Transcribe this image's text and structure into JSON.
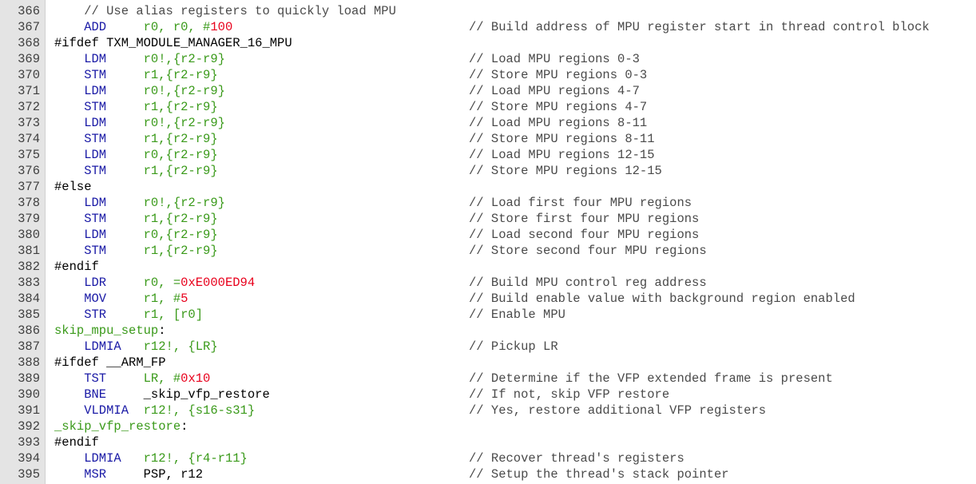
{
  "editor": {
    "colors": {
      "gutter_bg": "#e4e4e4",
      "line_number": "#404040",
      "preprocessor": "#000000",
      "instruction": "#1a1aa6",
      "operand": "#3a9a1a",
      "number": "#e8001c",
      "label": "#3a9a1a",
      "comment": "#4a4a4a"
    },
    "lines": [
      {
        "num": "366",
        "tokens": [
          {
            "t": "comment",
            "v": "    // Use alias registers to quickly load MPU"
          }
        ],
        "comment": ""
      },
      {
        "num": "367",
        "tokens": [
          {
            "t": "instr",
            "v": "    ADD     "
          },
          {
            "t": "op",
            "v": "r0, r0, #"
          },
          {
            "t": "num",
            "v": "100"
          }
        ],
        "comment": "// Build address of MPU register start in thread control block"
      },
      {
        "num": "368",
        "tokens": [
          {
            "t": "pre",
            "v": "#ifdef TXM_MODULE_MANAGER_16_MPU"
          }
        ],
        "comment": ""
      },
      {
        "num": "369",
        "tokens": [
          {
            "t": "instr",
            "v": "    LDM     "
          },
          {
            "t": "op",
            "v": "r0!,{r2-r9}"
          }
        ],
        "comment": "// Load MPU regions 0-3"
      },
      {
        "num": "370",
        "tokens": [
          {
            "t": "instr",
            "v": "    STM     "
          },
          {
            "t": "op",
            "v": "r1,{r2-r9}"
          }
        ],
        "comment": "// Store MPU regions 0-3"
      },
      {
        "num": "371",
        "tokens": [
          {
            "t": "instr",
            "v": "    LDM     "
          },
          {
            "t": "op",
            "v": "r0!,{r2-r9}"
          }
        ],
        "comment": "// Load MPU regions 4-7"
      },
      {
        "num": "372",
        "tokens": [
          {
            "t": "instr",
            "v": "    STM     "
          },
          {
            "t": "op",
            "v": "r1,{r2-r9}"
          }
        ],
        "comment": "// Store MPU regions 4-7"
      },
      {
        "num": "373",
        "tokens": [
          {
            "t": "instr",
            "v": "    LDM     "
          },
          {
            "t": "op",
            "v": "r0!,{r2-r9}"
          }
        ],
        "comment": "// Load MPU regions 8-11"
      },
      {
        "num": "374",
        "tokens": [
          {
            "t": "instr",
            "v": "    STM     "
          },
          {
            "t": "op",
            "v": "r1,{r2-r9}"
          }
        ],
        "comment": "// Store MPU regions 8-11"
      },
      {
        "num": "375",
        "tokens": [
          {
            "t": "instr",
            "v": "    LDM     "
          },
          {
            "t": "op",
            "v": "r0,{r2-r9}"
          }
        ],
        "comment": "// Load MPU regions 12-15"
      },
      {
        "num": "376",
        "tokens": [
          {
            "t": "instr",
            "v": "    STM     "
          },
          {
            "t": "op",
            "v": "r1,{r2-r9}"
          }
        ],
        "comment": "// Store MPU regions 12-15"
      },
      {
        "num": "377",
        "tokens": [
          {
            "t": "pre",
            "v": "#else"
          }
        ],
        "comment": ""
      },
      {
        "num": "378",
        "tokens": [
          {
            "t": "instr",
            "v": "    LDM     "
          },
          {
            "t": "op",
            "v": "r0!,{r2-r9}"
          }
        ],
        "comment": "// Load first four MPU regions"
      },
      {
        "num": "379",
        "tokens": [
          {
            "t": "instr",
            "v": "    STM     "
          },
          {
            "t": "op",
            "v": "r1,{r2-r9}"
          }
        ],
        "comment": "// Store first four MPU regions"
      },
      {
        "num": "380",
        "tokens": [
          {
            "t": "instr",
            "v": "    LDM     "
          },
          {
            "t": "op",
            "v": "r0,{r2-r9}"
          }
        ],
        "comment": "// Load second four MPU regions"
      },
      {
        "num": "381",
        "tokens": [
          {
            "t": "instr",
            "v": "    STM     "
          },
          {
            "t": "op",
            "v": "r1,{r2-r9}"
          }
        ],
        "comment": "// Store second four MPU regions"
      },
      {
        "num": "382",
        "tokens": [
          {
            "t": "pre",
            "v": "#endif"
          }
        ],
        "comment": ""
      },
      {
        "num": "383",
        "tokens": [
          {
            "t": "instr",
            "v": "    LDR     "
          },
          {
            "t": "op",
            "v": "r0, ="
          },
          {
            "t": "num",
            "v": "0xE000ED94"
          }
        ],
        "comment": "// Build MPU control reg address"
      },
      {
        "num": "384",
        "tokens": [
          {
            "t": "instr",
            "v": "    MOV     "
          },
          {
            "t": "op",
            "v": "r1, #"
          },
          {
            "t": "num",
            "v": "5"
          }
        ],
        "comment": "// Build enable value with background region enabled"
      },
      {
        "num": "385",
        "tokens": [
          {
            "t": "instr",
            "v": "    STR     "
          },
          {
            "t": "op",
            "v": "r1, [r0]"
          }
        ],
        "comment": "// Enable MPU"
      },
      {
        "num": "386",
        "tokens": [
          {
            "t": "label",
            "v": "skip_mpu_setup"
          },
          {
            "t": "plain",
            "v": ":"
          }
        ],
        "comment": ""
      },
      {
        "num": "387",
        "tokens": [
          {
            "t": "instr",
            "v": "    LDMIA   "
          },
          {
            "t": "op",
            "v": "r12!, {LR}"
          }
        ],
        "comment": "// Pickup LR"
      },
      {
        "num": "388",
        "tokens": [
          {
            "t": "pre",
            "v": "#ifdef __ARM_FP"
          }
        ],
        "comment": ""
      },
      {
        "num": "389",
        "tokens": [
          {
            "t": "instr",
            "v": "    TST     "
          },
          {
            "t": "op",
            "v": "LR, #"
          },
          {
            "t": "num",
            "v": "0x10"
          }
        ],
        "comment": "// Determine if the VFP extended frame is present"
      },
      {
        "num": "390",
        "tokens": [
          {
            "t": "instr",
            "v": "    BNE     "
          },
          {
            "t": "plain",
            "v": "_skip_vfp_restore"
          }
        ],
        "comment": "// If not, skip VFP restore"
      },
      {
        "num": "391",
        "tokens": [
          {
            "t": "instr",
            "v": "    VLDMIA  "
          },
          {
            "t": "op",
            "v": "r12!, {s16-s31}"
          }
        ],
        "comment": "// Yes, restore additional VFP registers"
      },
      {
        "num": "392",
        "tokens": [
          {
            "t": "label",
            "v": "_skip_vfp_restore"
          },
          {
            "t": "plain",
            "v": ":"
          }
        ],
        "comment": ""
      },
      {
        "num": "393",
        "tokens": [
          {
            "t": "pre",
            "v": "#endif"
          }
        ],
        "comment": ""
      },
      {
        "num": "394",
        "tokens": [
          {
            "t": "instr",
            "v": "    LDMIA   "
          },
          {
            "t": "op",
            "v": "r12!, {r4-r11}"
          }
        ],
        "comment": "// Recover thread's registers"
      },
      {
        "num": "395",
        "tokens": [
          {
            "t": "instr",
            "v": "    MSR     "
          },
          {
            "t": "plain",
            "v": "PSP, r12"
          }
        ],
        "comment": "// Setup the thread's stack pointer"
      }
    ]
  }
}
